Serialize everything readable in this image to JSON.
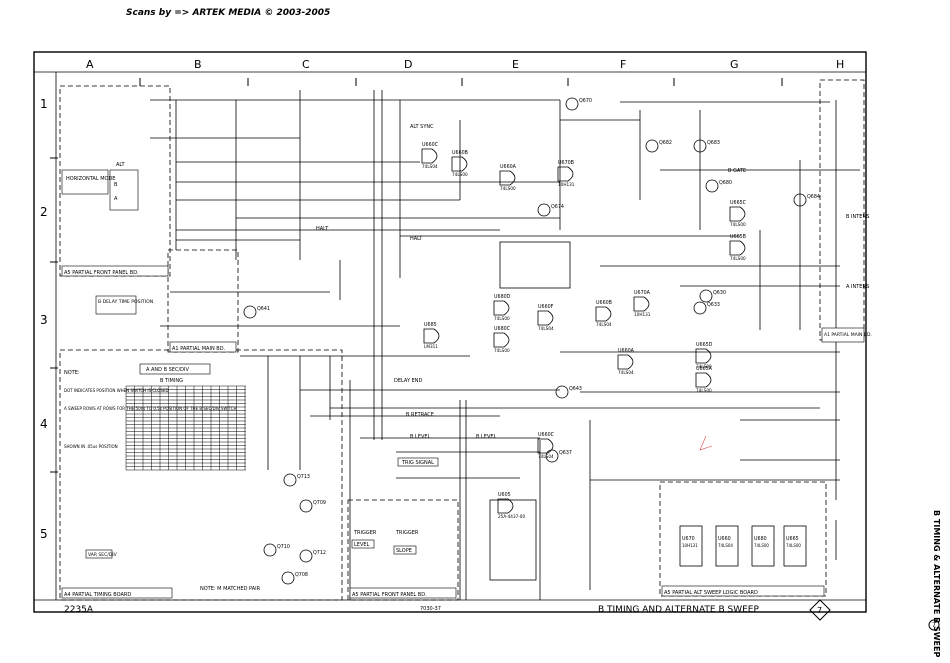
{
  "credit": "Scans by => ARTEK MEDIA © 2003-2005",
  "columns": [
    "A",
    "B",
    "C",
    "D",
    "E",
    "F",
    "G",
    "H"
  ],
  "rows": [
    "1",
    "2",
    "3",
    "4",
    "5"
  ],
  "model": "2235A",
  "drawing_number": "7030-37",
  "sheet_title": "B TIMING AND ALTERNATE B SWEEP",
  "sheet_number": "7",
  "side_tab": "B TIMING & ALTERNATE B SWEEP",
  "board_labels": [
    "A5 PARTIAL FRONT PANEL BD.",
    "A1 PARTIAL MAIN BD.",
    "A4 PARTIAL TIMING BOARD",
    "A5 PARTIAL FRONT PANEL BD.",
    "A5 PARTIAL ALT SWEEP LOGIC BOARD",
    "A1 PARTIAL MAIN BD."
  ],
  "ics": [
    {
      "ref": "U660C",
      "type": "74LS04"
    },
    {
      "ref": "U660B",
      "type": "74LS00"
    },
    {
      "ref": "U660A",
      "type": "74LS00"
    },
    {
      "ref": "U670B",
      "type": "10H131"
    },
    {
      "ref": "U665C",
      "type": "74LS00"
    },
    {
      "ref": "U665B",
      "type": "74LS00"
    },
    {
      "ref": "U680D",
      "type": "74LS00"
    },
    {
      "ref": "U680C",
      "type": "74LS00"
    },
    {
      "ref": "U660F",
      "type": "74LS04"
    },
    {
      "ref": "U660B",
      "type": "74LS04"
    },
    {
      "ref": "U670A",
      "type": "10H131"
    },
    {
      "ref": "U660A",
      "type": "74LS04"
    },
    {
      "ref": "U665D",
      "type": "74LS00"
    },
    {
      "ref": "U665A",
      "type": "74LS00"
    },
    {
      "ref": "U660C",
      "type": "74LS04"
    },
    {
      "ref": "U685",
      "type": "LM311"
    },
    {
      "ref": "U605",
      "type": "25A-4437-00"
    }
  ],
  "transistors": [
    "Q670",
    "Q682",
    "Q683",
    "Q674",
    "Q680",
    "Q684",
    "Q630",
    "Q633",
    "Q643",
    "Q637",
    "Q641",
    "Q710",
    "Q712",
    "Q709",
    "Q713",
    "Q708"
  ],
  "bottom_ics": [
    {
      "ref": "U670",
      "type": "10H131"
    },
    {
      "ref": "U660",
      "type": "74LS04"
    },
    {
      "ref": "U680",
      "type": "74LS00"
    },
    {
      "ref": "U665",
      "type": "74LS00"
    }
  ],
  "labels": {
    "horizontal_mode": "HORIZONTAL MODE",
    "b_delay": "B DELAY TIME POSITION",
    "delay_end": "DELAY END",
    "b_retrace": "B RETRACE",
    "b_level": "B LEVEL",
    "trig_signal": "TRIG SIGNAL",
    "trigger": "TRIGGER",
    "level": "LEVEL",
    "slope": "SLOPE",
    "a_and_b_sec_div": "A AND B SEC/DIV",
    "b_timing": "B TIMING",
    "alt_sync": "ALT SYNC",
    "halt": "HALT",
    "note_matched": "NOTE: M MATCHED PAIR",
    "b_gate": "B GATE",
    "a_intens": "A INTENS",
    "b_intens": "B INTENS",
    "var_sec_div": "VAR SEC/DIV",
    "note": "NOTE:",
    "note_text_1": "DOT INDICATES POSITION WHEN SWITCH IS CLOSED",
    "note_text_2": "A SWEEP ROWS AT ROWS FOR THE 50ns TO 0.5s POSITION OF THE B SEC/DIV SWITCH",
    "note_text_3": "SHOWN IN .05us POSITION",
    "alt": "ALT",
    "b": "B",
    "a": "A"
  }
}
